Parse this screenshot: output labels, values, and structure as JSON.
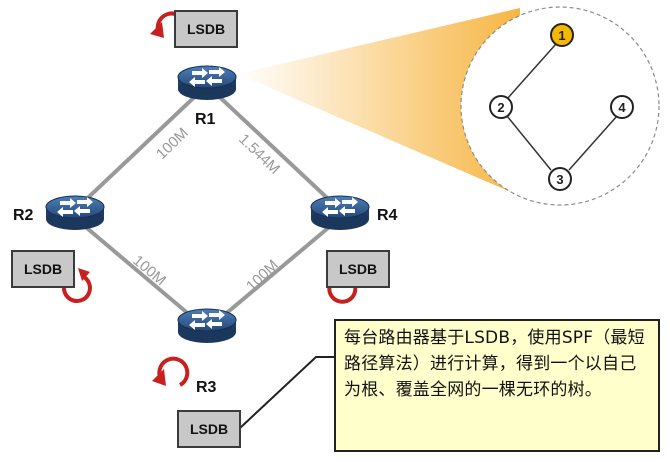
{
  "routers": {
    "r1": {
      "label": "R1",
      "lsdb": "LSDB"
    },
    "r2": {
      "label": "R2",
      "lsdb": "LSDB"
    },
    "r3": {
      "label": "R3",
      "lsdb": "LSDB"
    },
    "r4": {
      "label": "R4",
      "lsdb": "LSDB"
    }
  },
  "links": {
    "r1_r2": "100M",
    "r1_r4": "1.544M",
    "r2_r3": "100M",
    "r4_r3": "100M"
  },
  "spf_tree": {
    "nodes": [
      "1",
      "2",
      "3",
      "4"
    ],
    "root": "1",
    "root_color": "#f5b800"
  },
  "note": {
    "text": "每台路由器基于LSDB，使用SPF（最短路径算法）进行计算，得到一个以自己为根、覆盖全网的一棵无环的树。"
  },
  "colors": {
    "arrow": "#c8201e",
    "router_body": "#2f5b8f",
    "link": "#999999",
    "link_label": "#999999",
    "callout_gradient": "#f6b23a"
  }
}
